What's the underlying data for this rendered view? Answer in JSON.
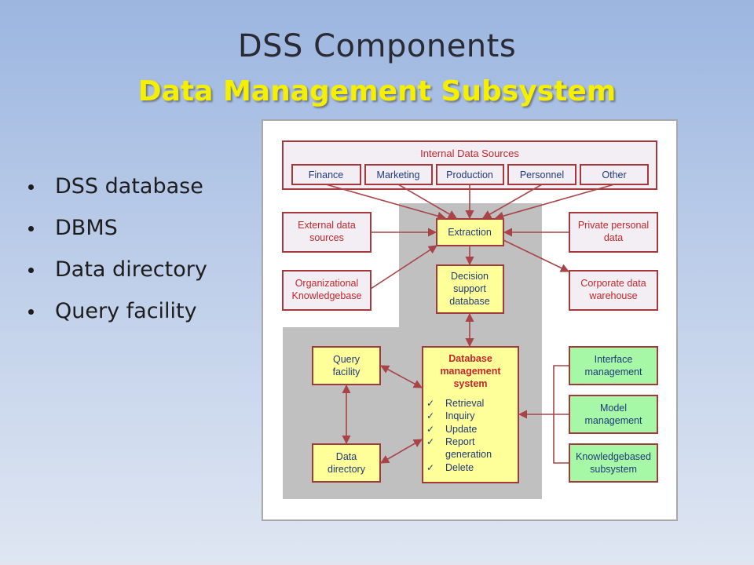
{
  "slide": {
    "title": "DSS Components",
    "subtitle": "Data Management Subsystem",
    "bullets": [
      "DSS database",
      "DBMS",
      "Data directory",
      "Query facility"
    ]
  },
  "diagram": {
    "internal_sources_title": "Internal Data Sources",
    "internal_sources": [
      "Finance",
      "Marketing",
      "Production",
      "Personnel",
      "Other"
    ],
    "external_data": [
      "External data",
      "sources"
    ],
    "org_knowledge": [
      "Organizational",
      "Knowledgebase"
    ],
    "extraction": "Extraction",
    "private_data": [
      "Private personal",
      "data"
    ],
    "corporate_warehouse": [
      "Corporate data",
      "warehouse"
    ],
    "decision_db": [
      "Decision",
      "support",
      "database"
    ],
    "query_facility": [
      "Query",
      "facility"
    ],
    "data_directory": [
      "Data",
      "directory"
    ],
    "dbms_title": [
      "Database",
      "management",
      "system"
    ],
    "dbms_checkmark": "✓",
    "dbms_functions": [
      "Retrieval",
      "Inquiry",
      "Update",
      "Report",
      "generation",
      "Delete"
    ],
    "interface_mgmt": [
      "Interface",
      "management"
    ],
    "model_mgmt": [
      "Model",
      "management"
    ],
    "knowledge_sub": [
      "Knowledgebased",
      "subsystem"
    ]
  },
  "colors": {
    "box_border": "#a4393c",
    "arrow": "#a84448",
    "pink_fill": "#f3eef4",
    "yellow_fill": "#ffff99",
    "green_fill": "#a6f7a6",
    "gray_zone": "#c0c0c0",
    "text_red": "#c1272d",
    "text_blue": "#1e3a7a"
  }
}
